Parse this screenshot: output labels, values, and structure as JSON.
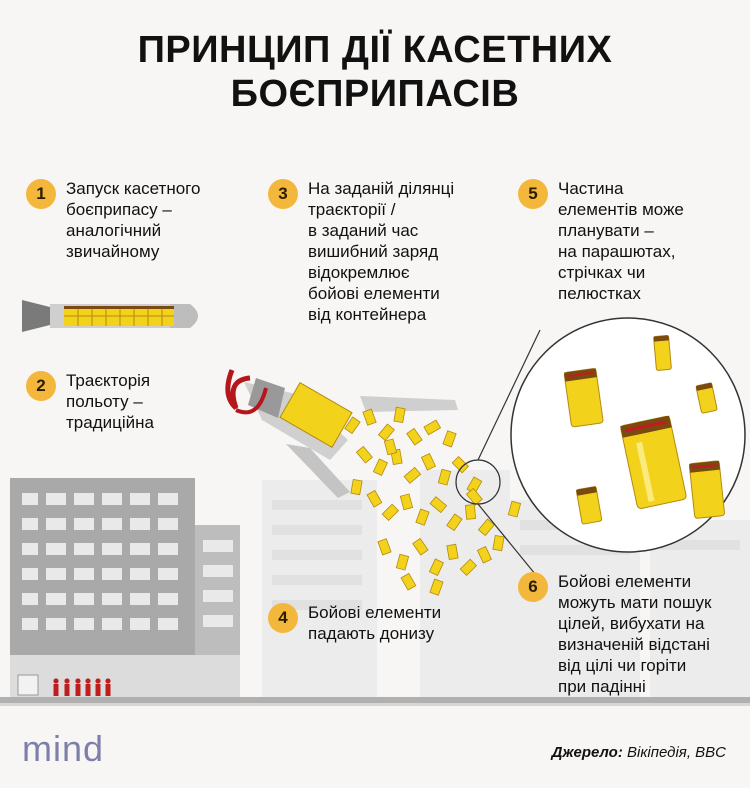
{
  "title": {
    "line1": "ПРИНЦИП ДІЇ КАСЕТНИХ",
    "line2": "БОЄПРИПАСІВ"
  },
  "steps": [
    {
      "number": "1",
      "text": "Запуск касетного\nбоєприпасу –\nаналогічний\nзвичайному"
    },
    {
      "number": "2",
      "text": "Траєкторія\nпольоту –\nтрадиційна"
    },
    {
      "number": "3",
      "text": "На заданій ділянці\nтраєкторії /\nв заданий час\nвишибний заряд\nвідокремлює\nбойові елементи\nвід контейнера"
    },
    {
      "number": "4",
      "text": "Бойові елементи\nпадають донизу"
    },
    {
      "number": "5",
      "text": "Частина\nелементів може\nпланувати –\nна парашютах,\nстрічках чи\nпелюстках"
    },
    {
      "number": "6",
      "text": "Бойові елементи\nможуть мати пошук\nцілей, вибухати на\nвизначеній відстані\nвід цілі чи горіти\nпри падінні"
    }
  ],
  "logo": "mind",
  "source": {
    "label": "Джерело:",
    "value": "Вікіпедія, BBC"
  },
  "colors": {
    "accent": "#f3b73b",
    "submunition": "#f2d21b",
    "submunition_dark": "#7a4a10",
    "ribbon": "#b5161b",
    "building": "#aaaaaa",
    "building_light": "#ebebeb",
    "people": "#c01e1e",
    "logo": "#7d7faa"
  }
}
